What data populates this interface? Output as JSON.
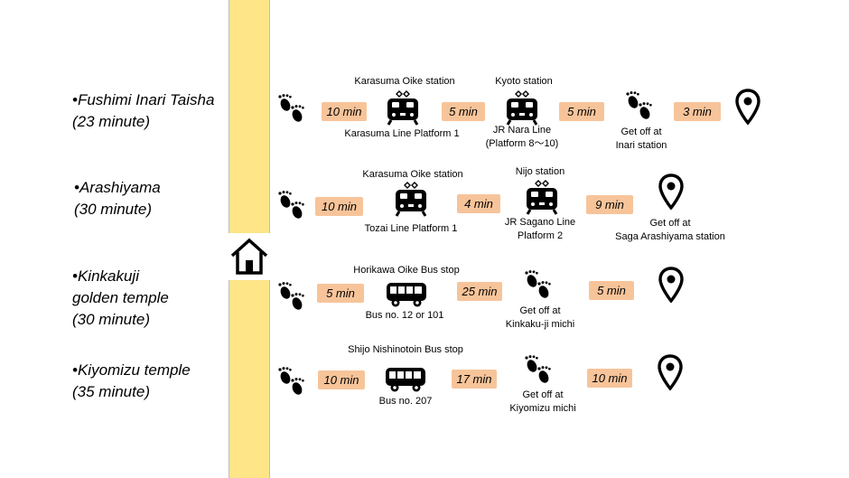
{
  "destinations": [
    {
      "name_lines": [
        "•Fushimi Inari Taisha",
        "(23 minute)"
      ]
    },
    {
      "name_lines": [
        "•Arashiyama",
        "(30 minute)"
      ]
    },
    {
      "name_lines": [
        "•Kinkakuji",
        "golden temple",
        "(30 minute)"
      ]
    },
    {
      "name_lines": [
        "•Kiyomizu temple",
        "(35 minute)"
      ]
    }
  ],
  "route1": {
    "d1": "10 min",
    "d2": "5 min",
    "d3": "5 min",
    "d4": "3 min",
    "station1_above": "Karasuma Oike station",
    "station1_below": "Karasuma Line Platform 1",
    "station2_above": "Kyoto station",
    "station2_below_1": "JR Nara Line",
    "station2_below_2": "(Platform 8～10)",
    "getoff_1": "Get off at",
    "getoff_2": "Inari station"
  },
  "route2": {
    "d1": "10 min",
    "d2": "4 min",
    "d3": "9 min",
    "station1_above": "Karasuma Oike station",
    "station1_below": "Tozai Line Platform 1",
    "station2_above": "Nijo station",
    "station2_below_1": "JR Sagano Line",
    "station2_below_2": "Platform 2",
    "getoff_1": "Get off at",
    "getoff_2": "Saga Arashiyama station"
  },
  "route3": {
    "d1": "5 min",
    "d2": "25 min",
    "d3": "5 min",
    "bus_above": "Horikawa Oike Bus stop",
    "bus_below": "Bus no. 12 or 101",
    "getoff_1": "Get off at",
    "getoff_2": "Kinkaku-ji michi"
  },
  "route4": {
    "d1": "10 min",
    "d2": "17 min",
    "d3": "10 min",
    "bus_above": "Shijo Nishinotoin Bus stop",
    "bus_below": "Bus no. 207",
    "getoff_1": "Get off at",
    "getoff_2": "Kiyomizu michi"
  },
  "icons": {
    "home": "house-icon",
    "walk": "footprints-icon",
    "train": "train-icon",
    "bus": "bus-icon",
    "destination": "map-pin-icon"
  },
  "colors": {
    "road": "#fde588",
    "duration_pill": "#f7c49a"
  }
}
